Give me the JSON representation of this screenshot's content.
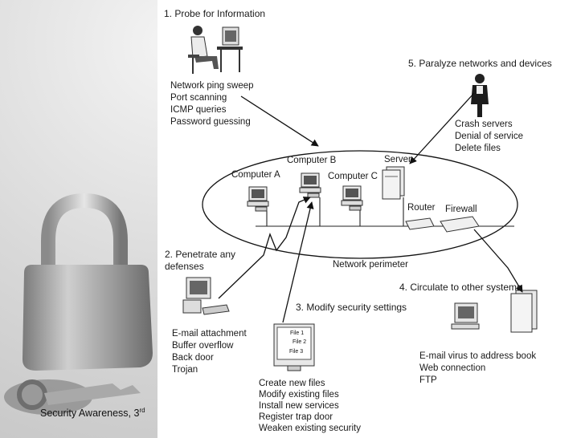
{
  "steps": {
    "probe": {
      "title": "1. Probe for Information",
      "items": [
        "Network ping sweep",
        "Port scanning",
        "ICMP queries",
        "Password guessing"
      ]
    },
    "paralyze": {
      "title": "5. Paralyze networks and devices",
      "items": [
        "Crash servers",
        "Denial of service",
        "Delete files"
      ]
    },
    "penetrate": {
      "title_line1": "2. Penetrate any",
      "title_line2": "defenses",
      "items": [
        "E-mail attachment",
        "Buffer overflow",
        "Back door",
        "Trojan"
      ]
    },
    "modify": {
      "title": "3. Modify security settings",
      "items": [
        "Create new files",
        "Modify existing files",
        "Install new services",
        "Register trap door",
        "Weaken existing security"
      ],
      "screen_files": [
        "File 1",
        "File 2",
        "File 3"
      ]
    },
    "circulate": {
      "title": "4. Circulate to other systems",
      "items": [
        "E-mail virus to address book",
        "Web connection",
        "FTP"
      ]
    }
  },
  "network": {
    "computer_a": "Computer A",
    "computer_b": "Computer B",
    "computer_c": "Computer C",
    "server": "Server",
    "router": "Router",
    "firewall": "Firewall",
    "perimeter": "Network perimeter"
  },
  "footer": {
    "text": "Security Awareness, 3",
    "sup": "rd"
  }
}
